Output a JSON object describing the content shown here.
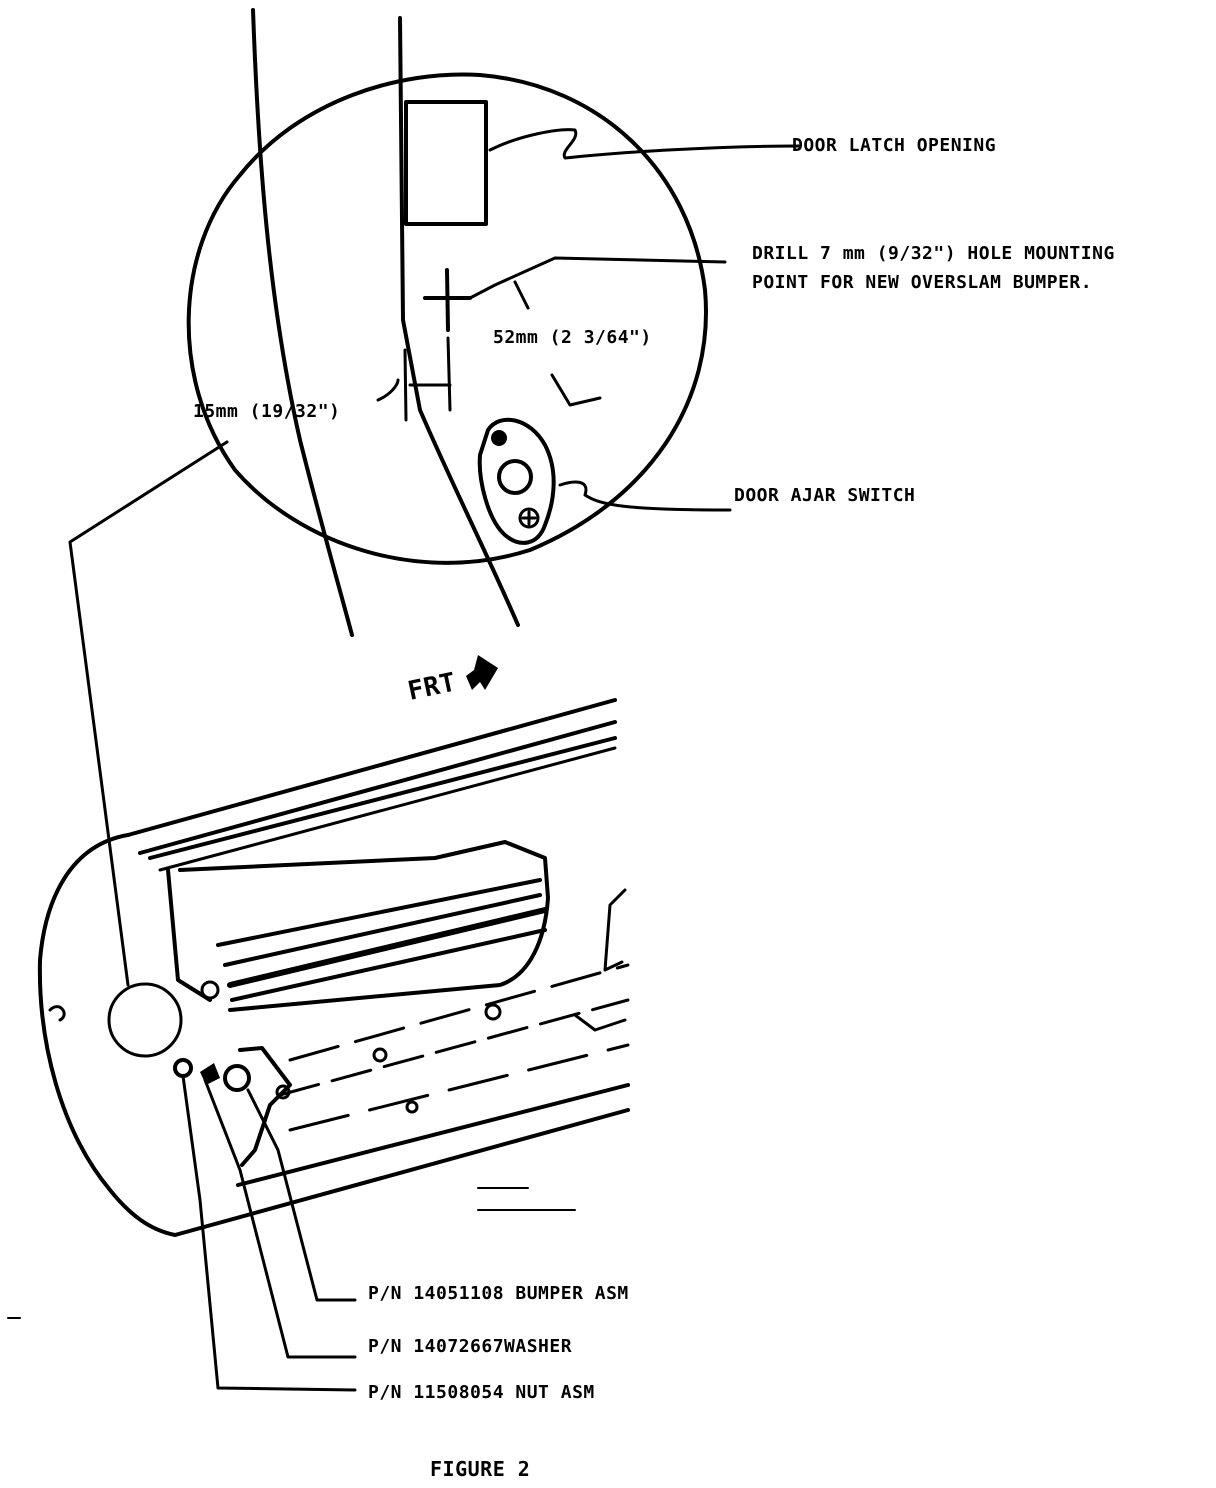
{
  "labels": {
    "door_latch_opening": "DOOR LATCH OPENING",
    "drill_line1": "DRILL 7 mm (9/32\") HOLE MOUNTING",
    "drill_line2": "POINT FOR NEW OVERSLAM BUMPER.",
    "dim_52": "52mm (2 3/64\")",
    "dim_15": "15mm (19/32\")",
    "door_ajar_switch": "DOOR AJAR SWITCH",
    "frt": "FRT",
    "pn_bumper": "P/N 14051108 BUMPER ASM",
    "pn_washer": "P/N 14072667WASHER",
    "pn_nut": "P/N 11508054 NUT ASM",
    "figure_caption": "FIGURE 2"
  },
  "colors": {
    "ink": "#000000",
    "paper": "#ffffff"
  },
  "icons": {
    "front_arrow": "arrow-icon"
  }
}
